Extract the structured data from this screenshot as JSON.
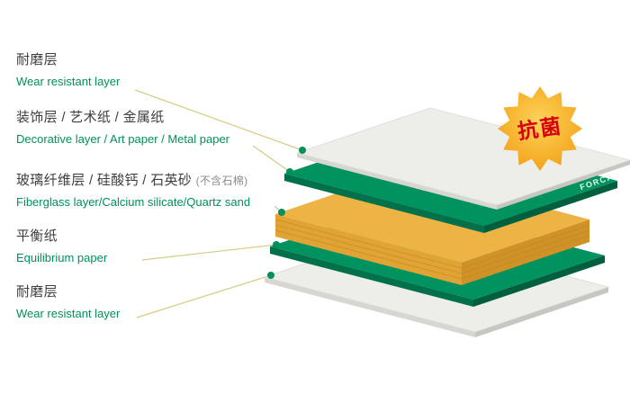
{
  "labels": [
    {
      "zh": "耐磨层",
      "en": "Wear resistant layer"
    },
    {
      "zh": "装饰层 / 艺术纸 / 金属纸",
      "en": "Decorative layer / Art paper / Metal paper"
    },
    {
      "zh": "玻璃纤维层 / 硅酸钙 / 石英砂",
      "zh_note": "(不含石棉)",
      "en": "Fiberglass layer/Calcium silicate/Quartz sand"
    },
    {
      "zh": "平衡纸",
      "en": "Equilibrium paper"
    },
    {
      "zh": "耐磨层",
      "en": "Wear resistant layer"
    }
  ],
  "badge": {
    "text": "抗菌",
    "text_color": "#d7000f",
    "fill_color": "#f7b52c"
  },
  "brand": {
    "text": "FORCA"
  },
  "colors": {
    "chinese_text": "#3e3e3e",
    "english_text": "#00915a",
    "leader_line": "#d5cc85",
    "dot": "#00915a",
    "layer_green": "#00935f",
    "layer_yellow": "#eeb345",
    "layer_white": "#ededea",
    "background": "#ffffff"
  }
}
